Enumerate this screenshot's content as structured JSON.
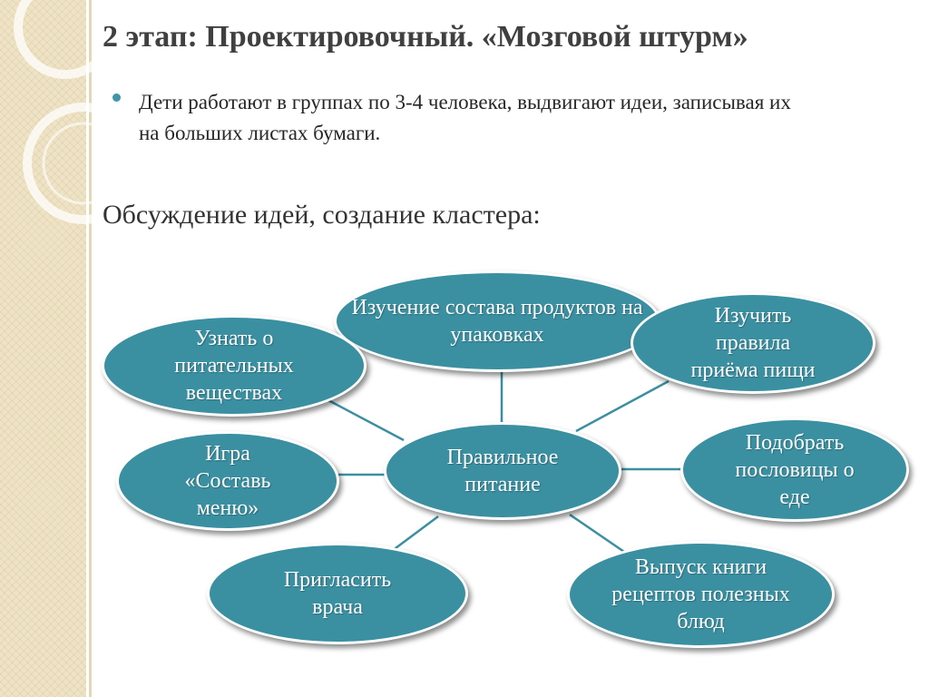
{
  "title": "2 этап: Проектировочный. «Мозговой штурм»",
  "bullet": "Дети работают в группах по 3-4 человека, выдвигают идеи, записывая их на больших листах бумаги.",
  "subheading": "Обсуждение идей, создание кластера:",
  "cluster": {
    "center": "Правильное питание",
    "nodes": {
      "top": "Изучение состава продуктов на упаковках",
      "top_left": "Узнать о питательных веществах",
      "top_right": "Изучить правила приёма пищи",
      "left": "Игра «Составь меню»",
      "right": "Подобрать пословицы о еде",
      "bottom_left": "Пригласить врача",
      "bottom_right": "Выпуск книги рецептов полезных блюд"
    }
  },
  "colors": {
    "node_fill": "#3a8fa1",
    "connector": "#3b8fa0",
    "bullet": "#3f96a8",
    "title_text": "#404040"
  }
}
